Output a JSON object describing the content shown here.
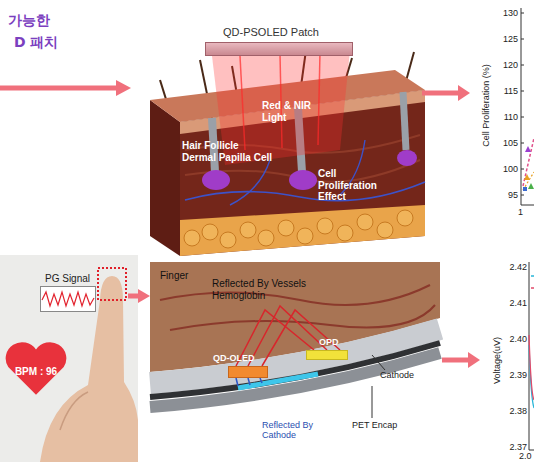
{
  "diagram": {
    "nodes": [
      {
        "text": [
          "QD-PSOLED Patch"
        ]
      },
      {
        "text": [
          "Red & NIR Light",
          "Hair Follicle Dermal Papilla Cell",
          "Cell Proliferation Effect"
        ]
      },
      {
        "text": [
          "Cell Proliferation (%)"
        ]
      },
      {
        "text": [
          "PG Signal"
        ]
      },
      {
        "text": [
          "BPM : 96"
        ]
      },
      {
        "text": [
          "Finger",
          "Reflected By Vessels Hemoglobin",
          "Cathode",
          "Reflected By Cathode",
          "PET Encap"
        ]
      },
      {
        "text": [
          "QD-OLED"
        ],
        "in": 5
      },
      {
        "text": [
          "OPD"
        ],
        "in": 5
      },
      {
        "text": [
          "Voltage(uV)"
        ]
      }
    ],
    "edges": [
      {
        "from": 1,
        "to": 2,
        "arrow": "to"
      },
      {
        "from": 5,
        "to": 8,
        "arrow": "to"
      }
    ],
    "labels": [
      "가능한",
      "D 패치",
      "130",
      "125",
      "120",
      "115",
      "110",
      "105",
      "100",
      "95",
      "1",
      "2.42",
      "2.41",
      "2.40",
      "2.39",
      "2.38",
      "2.37",
      "2.0"
    ]
  }
}
